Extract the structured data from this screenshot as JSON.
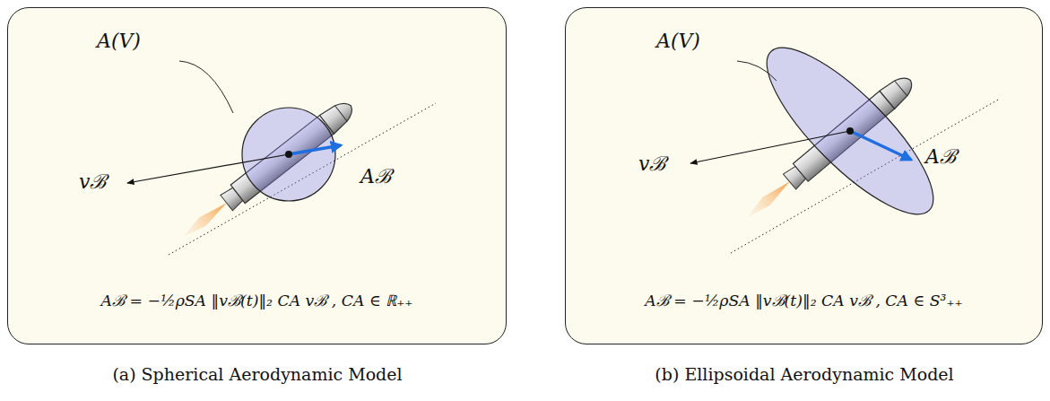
{
  "diagram": {
    "nodes": [
      {
        "text": [
          "Aℬ = −½ρSA ‖vℬ(t)‖₂ CA vℬ , CA ∈ ℝ₊₊"
        ]
      },
      {
        "text": [
          "Aℬ = −½ρSA ‖vℬ(t)‖₂ CA vℬ , CA ∈ S³₊₊"
        ]
      }
    ],
    "labels": [
      "A(V)",
      "vℬ",
      "Aℬ",
      "(a) Spherical Aerodynamic Model",
      "A(V)",
      "vℬ",
      "Aℬ",
      "(b) Ellipsoidal Aerodynamic Model"
    ]
  }
}
